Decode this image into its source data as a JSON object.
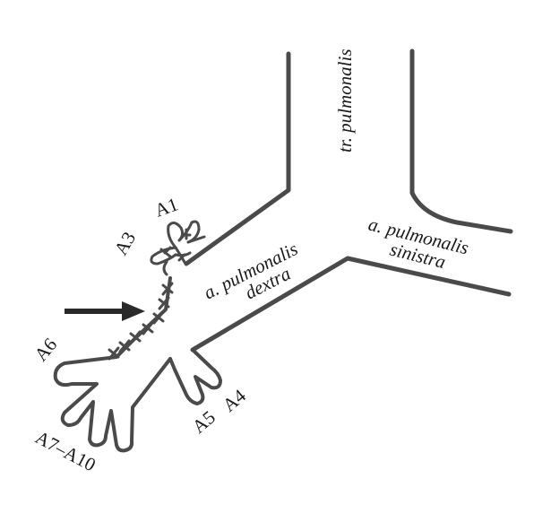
{
  "vessels": {
    "trunk": "tr. pulmonalis",
    "right_artery_line1": "a. pulmonalis",
    "right_artery_line2": "dextra",
    "left_artery_line1": "a. pulmonalis",
    "left_artery_line2": "sinistra"
  },
  "segments": {
    "a1": "A1",
    "a3": "A3",
    "a4": "A4",
    "a5": "A5",
    "a6": "A6",
    "a7_a10": "A7–A10"
  },
  "colors": {
    "vessel_stroke": "#4a4a4a",
    "arrow": "#2a2a2a",
    "text": "#1a1a1a"
  }
}
